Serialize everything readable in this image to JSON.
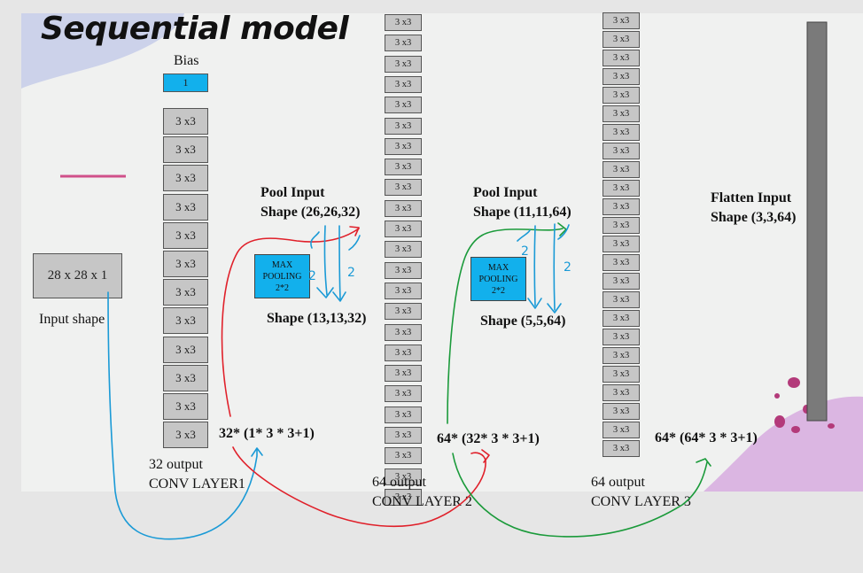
{
  "title": "Sequential model",
  "bias": {
    "label": "Bias",
    "value": "1"
  },
  "input": {
    "box_label": "28 x 28 x 1",
    "caption": "Input shape"
  },
  "kernel_label": "3 x3",
  "conv1": {
    "kernel_count": 12,
    "output_label": "32 output",
    "layer_label": "CONV LAYER1",
    "formula": "32* (1* 3 * 3+1)"
  },
  "pool1": {
    "input_title": "Pool Input",
    "input_shape": "Shape (26,26,32)",
    "box_label": "MAX POOLING 2*2",
    "output_shape": "Shape (13,13,32)",
    "annotation_left": "2",
    "annotation_right": "2"
  },
  "conv2": {
    "kernel_count": 24,
    "output_label": "64 output",
    "layer_label": "CONV LAYER 2",
    "formula": "64* (32* 3 * 3+1)"
  },
  "pool2": {
    "input_title": "Pool Input",
    "input_shape": "Shape (11,11,64)",
    "box_label": "MAX POOLING 2*2",
    "output_shape": "Shape (5,5,64)",
    "annotation_left": "2",
    "annotation_right": "2"
  },
  "conv3": {
    "kernel_count": 24,
    "output_label": "64 output",
    "layer_label": "CONV LAYER 3",
    "formula": "64* (64* 3 * 3+1)"
  },
  "flatten": {
    "title": "Flatten Input",
    "shape": "Shape (3,3,64)"
  },
  "colors": {
    "pool_box": "#12b0ec",
    "flatten_bar": "#7a7a7a",
    "arrow_red": "#e0202a",
    "arrow_green": "#1a9a3a",
    "arrow_blue": "#1a9ad6",
    "pink_line": "#d0508a"
  }
}
